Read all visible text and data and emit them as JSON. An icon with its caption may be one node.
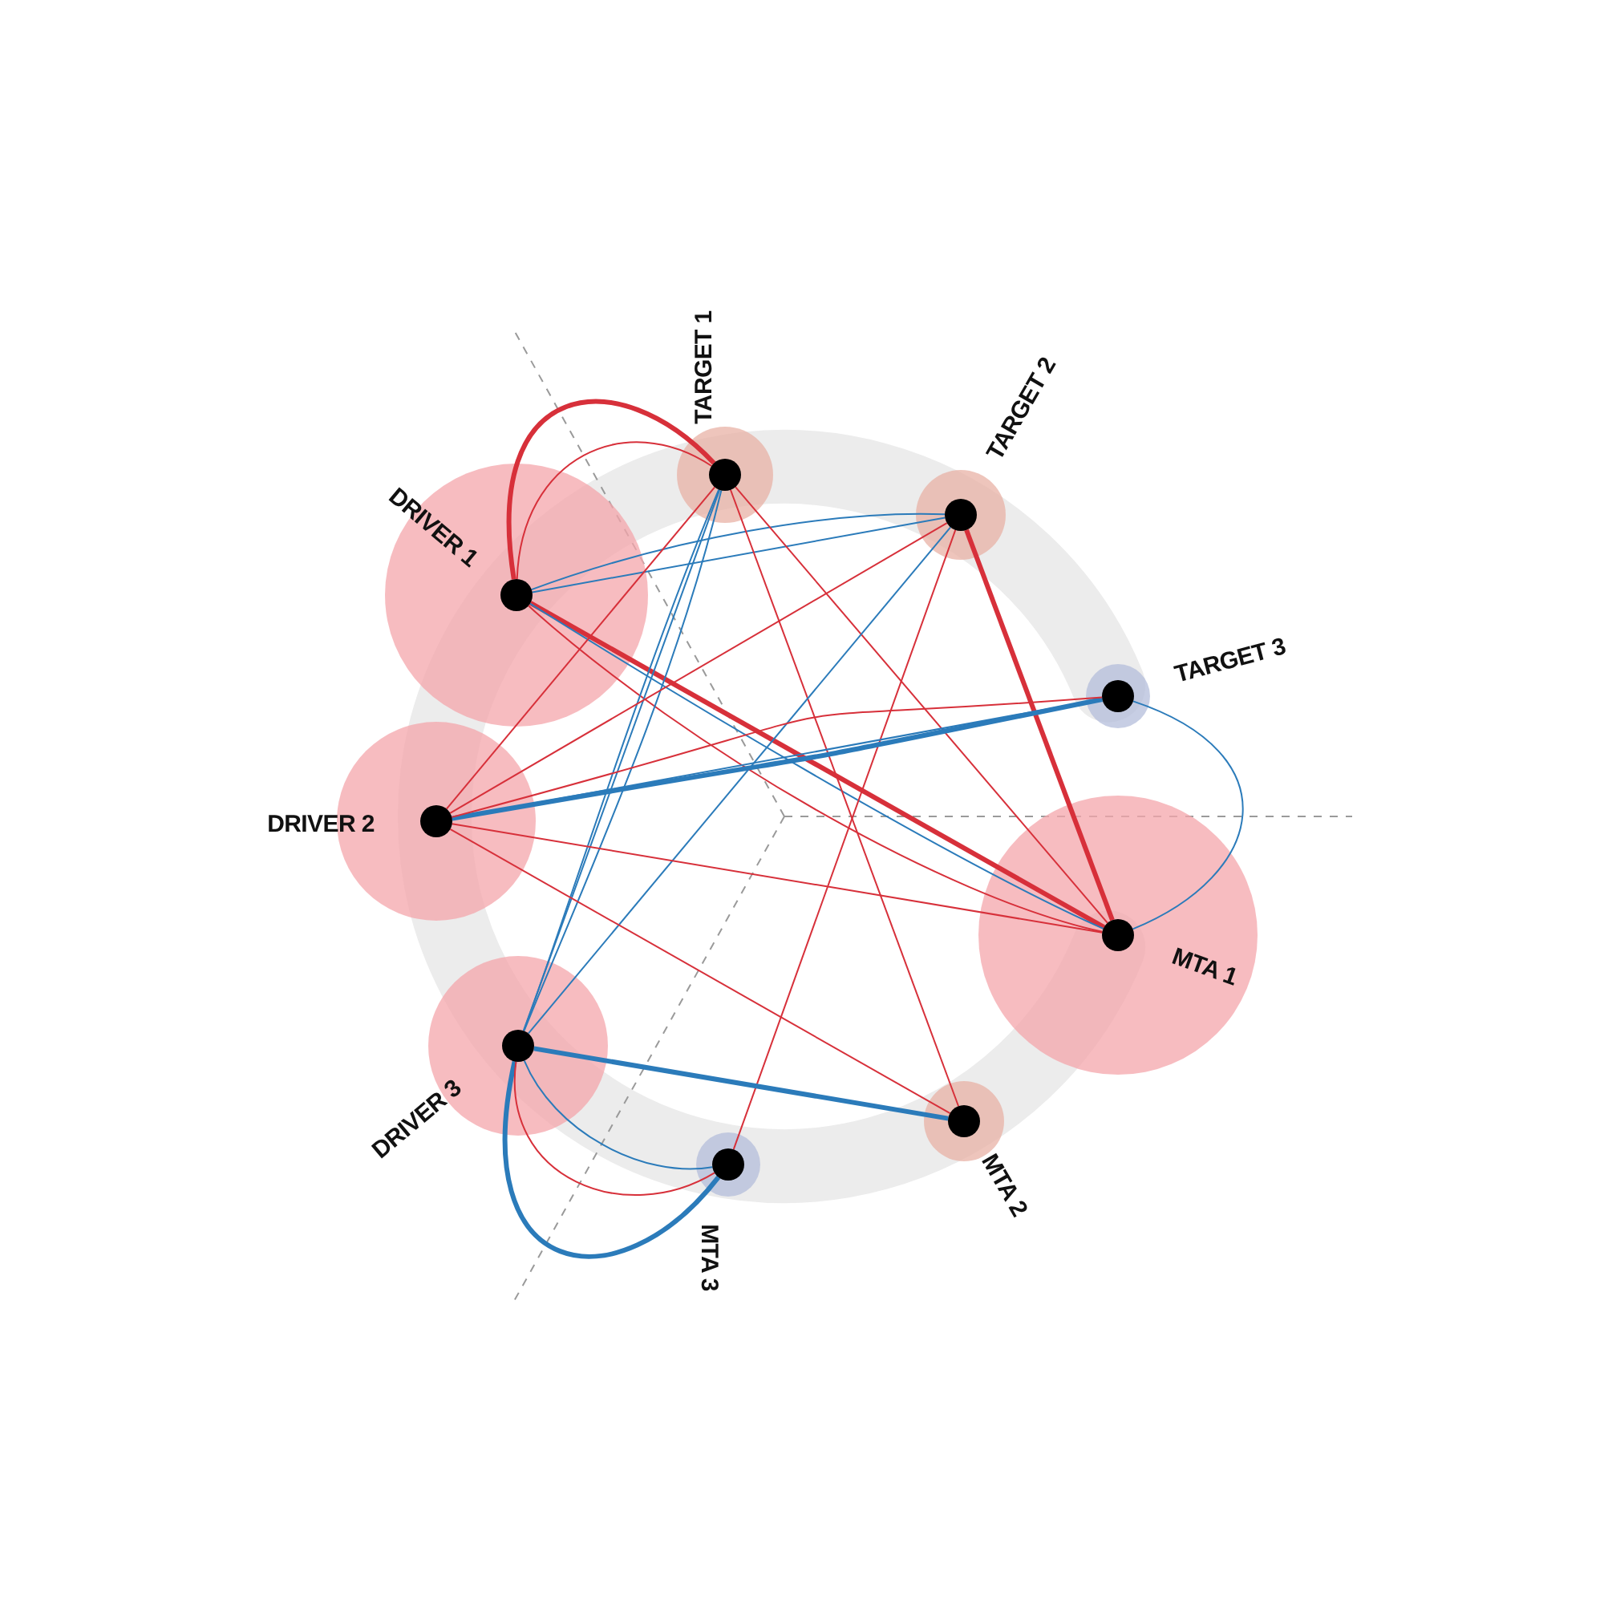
{
  "diagram": {
    "nodes": [
      {
        "text": [
          "DRIVER 1"
        ]
      },
      {
        "text": [
          "DRIVER 2"
        ]
      },
      {
        "text": [
          "DRIVER 3"
        ]
      },
      {
        "text": [
          "TARGET 1"
        ]
      },
      {
        "text": [
          "TARGET 2"
        ]
      },
      {
        "text": [
          "TARGET 3"
        ]
      },
      {
        "text": [
          "MTA 1"
        ]
      },
      {
        "text": [
          "MTA 2"
        ]
      },
      {
        "text": [
          "MTA 3"
        ]
      }
    ],
    "edges": [
      {
        "from": 0,
        "to": 3,
        "arrow": "none",
        "style": "thick"
      },
      {
        "from": 0,
        "to": 3,
        "arrow": "none"
      },
      {
        "from": 0,
        "to": 4,
        "arrow": "none",
        "color": "#2b7bba"
      },
      {
        "from": 0,
        "to": 4,
        "arrow": "none",
        "color": "#2b7bba"
      },
      {
        "from": 0,
        "to": 6,
        "arrow": "none",
        "style": "thick"
      },
      {
        "from": 0,
        "to": 6,
        "arrow": "none",
        "color": "#2b7bba"
      },
      {
        "from": 0,
        "to": 6,
        "arrow": "none"
      },
      {
        "from": 3,
        "to": 1,
        "arrow": "none"
      },
      {
        "from": 3,
        "to": 6,
        "arrow": "none"
      },
      {
        "from": 3,
        "to": 7,
        "arrow": "none"
      },
      {
        "from": 3,
        "to": 2,
        "arrow": "none",
        "color": "#2b7bba"
      },
      {
        "from": 3,
        "to": 2,
        "arrow": "none",
        "color": "#2b7bba"
      },
      {
        "from": 3,
        "to": 2,
        "arrow": "none",
        "color": "#2b7bba"
      },
      {
        "from": 4,
        "to": 2,
        "arrow": "none",
        "color": "#2b7bba"
      },
      {
        "from": 4,
        "to": 1,
        "arrow": "none"
      },
      {
        "from": 4,
        "to": 6,
        "arrow": "none",
        "style": "thick"
      },
      {
        "from": 4,
        "to": 8,
        "arrow": "none"
      },
      {
        "from": 5,
        "to": 1,
        "arrow": "none",
        "style": "thick",
        "color": "#2b7bba"
      },
      {
        "from": 5,
        "to": 1,
        "arrow": "none",
        "color": "#2b7bba"
      },
      {
        "from": 5,
        "to": 1,
        "arrow": "none"
      },
      {
        "from": 5,
        "to": 6,
        "arrow": "none",
        "color": "#2b7bba"
      },
      {
        "from": 1,
        "to": 6,
        "arrow": "none"
      },
      {
        "from": 1,
        "to": 7,
        "arrow": "none"
      },
      {
        "from": 2,
        "to": 7,
        "arrow": "none",
        "style": "thick",
        "color": "#2b7bba"
      },
      {
        "from": 2,
        "to": 8,
        "arrow": "none",
        "style": "thick",
        "color": "#2b7bba"
      },
      {
        "from": 2,
        "to": 8,
        "arrow": "none",
        "color": "#2b7bba"
      },
      {
        "from": 2,
        "to": 8,
        "arrow": "none"
      }
    ]
  }
}
